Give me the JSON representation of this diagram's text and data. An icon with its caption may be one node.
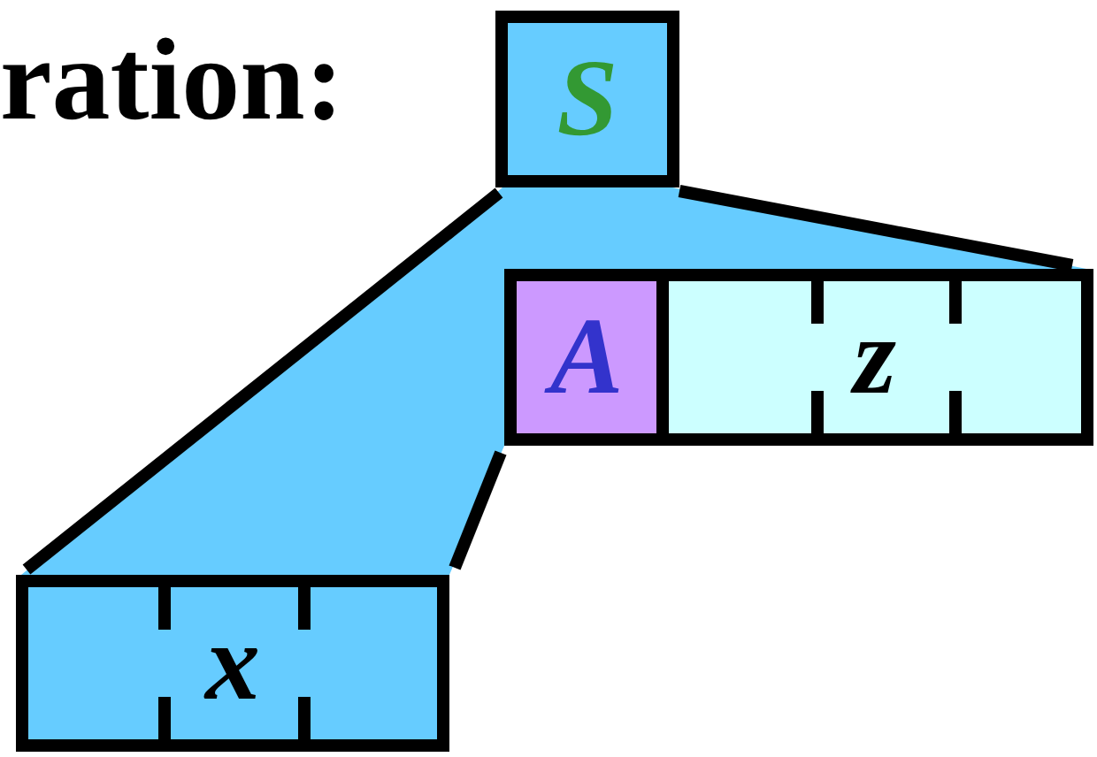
{
  "diagram": {
    "title": "ration:",
    "nodes": [
      {
        "text": [
          "S"
        ]
      },
      {
        "text": [
          "A"
        ]
      },
      {
        "text": [
          "z"
        ]
      },
      {
        "text": [
          "x"
        ]
      }
    ]
  }
}
